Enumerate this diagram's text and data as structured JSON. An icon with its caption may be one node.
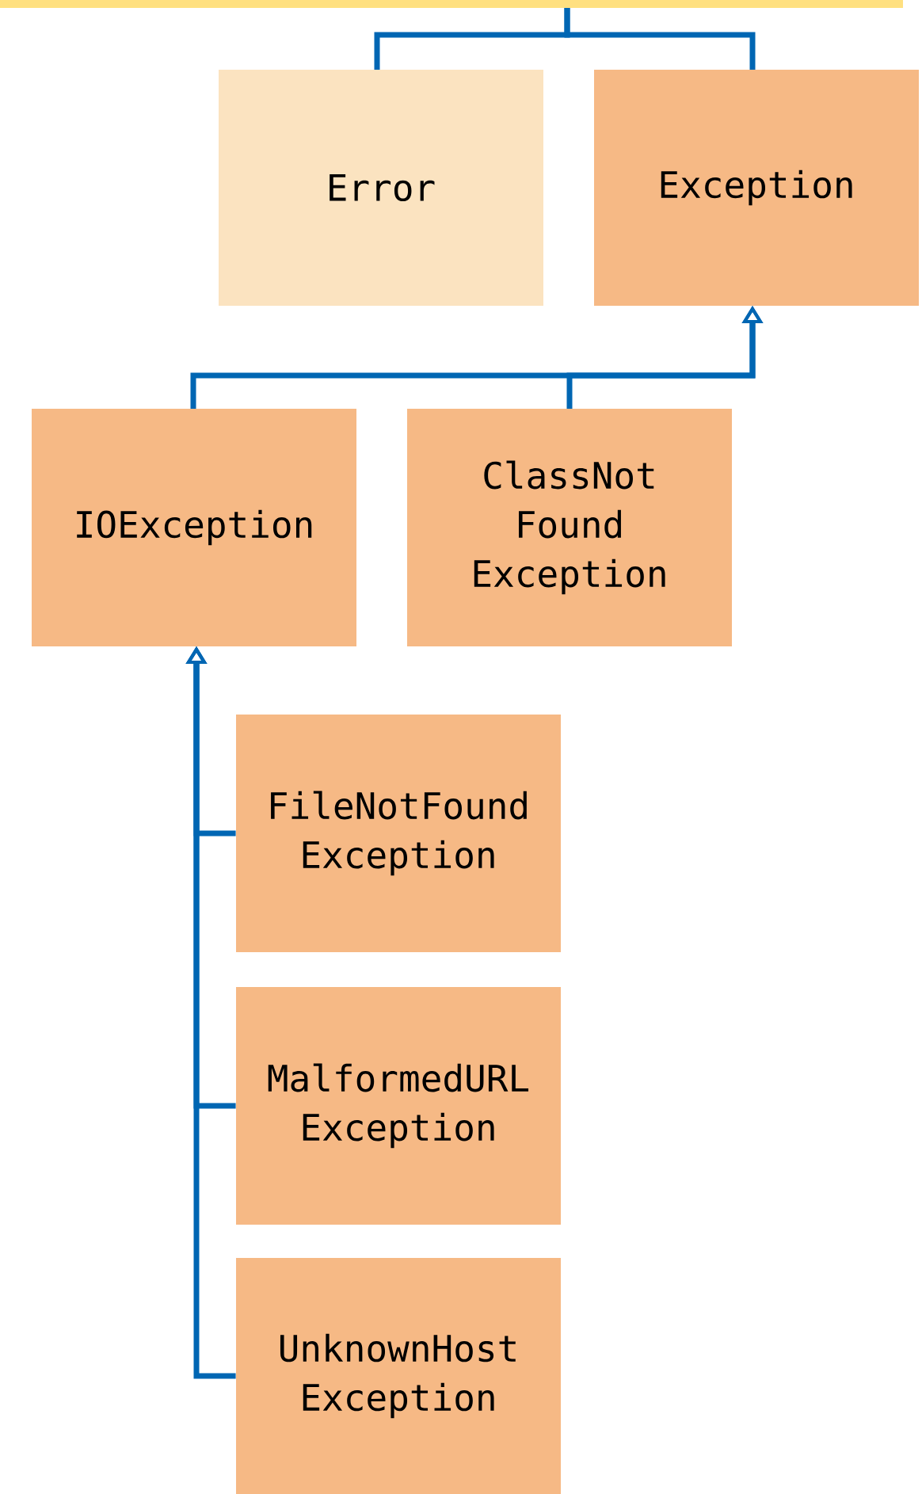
{
  "diagram": {
    "nodes": [
      {
        "text": [],
        "shape": "bar"
      },
      {
        "text": [
          "Error"
        ]
      },
      {
        "text": [
          "Exception"
        ]
      },
      {
        "text": [
          "IOException"
        ]
      },
      {
        "text": [
          "ClassNot Found Exception"
        ]
      },
      {
        "text": [
          "FileNotFound Exception"
        ]
      },
      {
        "text": [
          "MalformedURL Exception"
        ]
      },
      {
        "text": [
          "UnknownHost Exception"
        ]
      }
    ],
    "edges": [
      {
        "from": 1,
        "to": 0,
        "arrow": "none"
      },
      {
        "from": 2,
        "to": 0,
        "arrow": "none"
      },
      {
        "from": 3,
        "to": 2,
        "arrow": "to"
      },
      {
        "from": 4,
        "to": 2,
        "arrow": "to"
      },
      {
        "from": 5,
        "to": 3,
        "arrow": "to"
      },
      {
        "from": 6,
        "to": 3,
        "arrow": "to"
      },
      {
        "from": 7,
        "to": 3,
        "arrow": "to"
      }
    ]
  }
}
